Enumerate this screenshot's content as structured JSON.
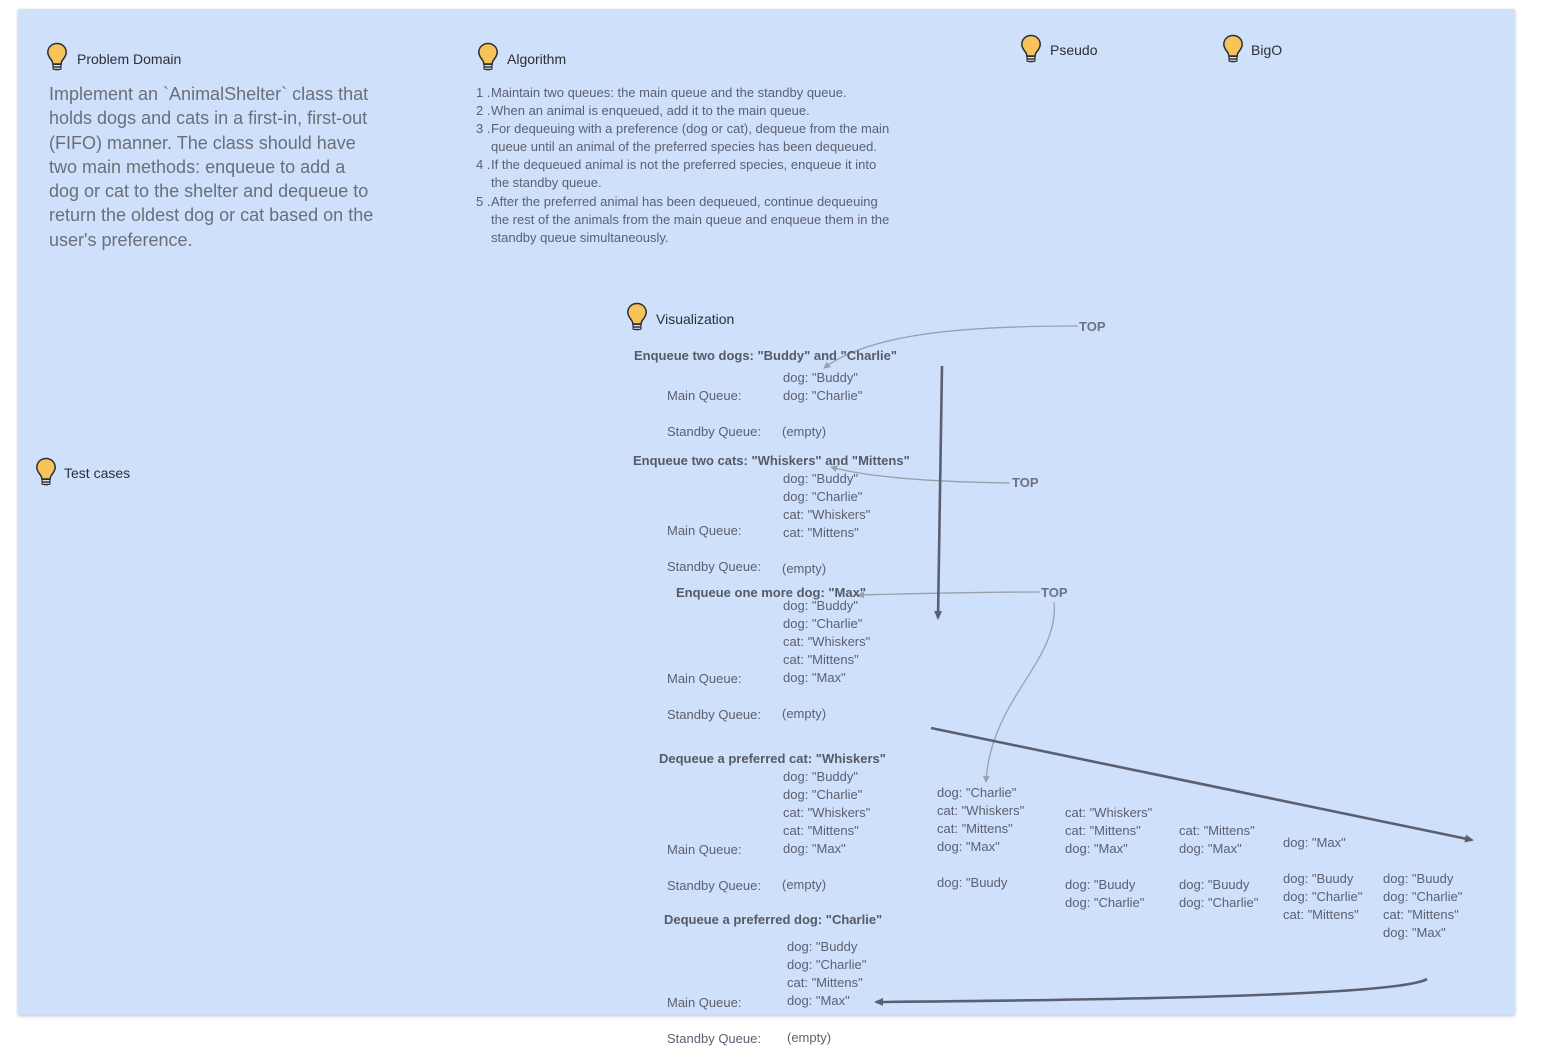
{
  "sections": {
    "problem_domain": "Problem Domain",
    "algorithm": "Algorithm",
    "pseudo": "Pseudo",
    "bigo": "BigO",
    "visualization": "Visualization",
    "test_cases": "Test cases"
  },
  "problem_text": "Implement an `AnimalShelter` class that holds dogs and cats in a first-in, first-out (FIFO) manner. The class should have two main methods: enqueue to add a dog or cat to the shelter and dequeue to return the oldest dog or cat based on the user's preference.",
  "algorithm_steps": [
    {
      "num": "1 .",
      "text": "Maintain two queues: the main queue and the standby queue."
    },
    {
      "num": "2 .",
      "text": "When an animal is enqueued, add it to the main queue."
    },
    {
      "num": "3 .",
      "text": "For dequeuing with a preference (dog or cat), dequeue from the main queue until an animal of the preferred species has been dequeued."
    },
    {
      "num": "4 .",
      "text": "If the dequeued animal is not the preferred species, enqueue it into the standby queue."
    },
    {
      "num": "5 .",
      "text": "After the preferred animal has been dequeued, continue dequeuing the rest of the animals from the main queue and enqueue them in the standby queue simultaneously."
    }
  ],
  "labels": {
    "main_queue": "Main Queue:",
    "standby_queue": "Standby Queue:",
    "empty": "(empty)",
    "top": "TOP"
  },
  "steps": [
    {
      "title": "Enqueue two dogs: \"Buddy\" and \"Charlie\"",
      "main": [
        "dog: \"Buddy\"",
        "dog: \"Charlie\""
      ]
    },
    {
      "title": "Enqueue two cats: \"Whiskers\" and \"Mittens\"",
      "main": [
        "dog: \"Buddy\"",
        "dog: \"Charlie\"",
        "cat: \"Whiskers\"",
        "cat: \"Mittens\""
      ]
    },
    {
      "title": "Enqueue one more dog: \"Max\"",
      "main": [
        "dog: \"Buddy\"",
        "dog: \"Charlie\"",
        "cat: \"Whiskers\"",
        "cat: \"Mittens\"",
        "dog: \"Max\""
      ]
    },
    {
      "title": "Dequeue a preferred cat: \"Whiskers\"",
      "main": [
        "dog: \"Buddy\"",
        "dog: \"Charlie\"",
        "cat: \"Whiskers\"",
        "cat: \"Mittens\"",
        "dog: \"Max\""
      ],
      "progress": [
        {
          "main": [
            "dog: \"Charlie\"",
            "cat: \"Whiskers\"",
            "cat: \"Mittens\"",
            "dog: \"Max\""
          ],
          "standby": [
            "dog: \"Buudy"
          ]
        },
        {
          "main": [
            "cat: \"Whiskers\"",
            "cat: \"Mittens\"",
            "dog: \"Max\""
          ],
          "standby": [
            "dog: \"Buudy",
            "dog: \"Charlie\""
          ]
        },
        {
          "main": [
            "cat: \"Mittens\"",
            "dog: \"Max\""
          ],
          "standby": [
            "dog: \"Buudy",
            "dog: \"Charlie\""
          ]
        },
        {
          "main": [
            "dog: \"Max\""
          ],
          "standby": [
            "dog: \"Buudy",
            "dog: \"Charlie\"",
            "cat: \"Mittens\""
          ]
        },
        {
          "main": [],
          "standby": [
            "dog: \"Buudy",
            "dog: \"Charlie\"",
            "cat: \"Mittens\"",
            "dog: \"Max\""
          ]
        }
      ]
    },
    {
      "title": "Dequeue a preferred dog: \"Charlie\"",
      "main": [
        "dog: \"Buddy",
        "dog: \"Charlie\"",
        "cat: \"Mittens\"",
        "dog: \"Max\""
      ]
    }
  ],
  "colors": {
    "board": "#cfe0fb",
    "bulb": "#f7c35a",
    "arrow_dark": "#5a6070",
    "arrow_light": "#9aa0aa"
  }
}
